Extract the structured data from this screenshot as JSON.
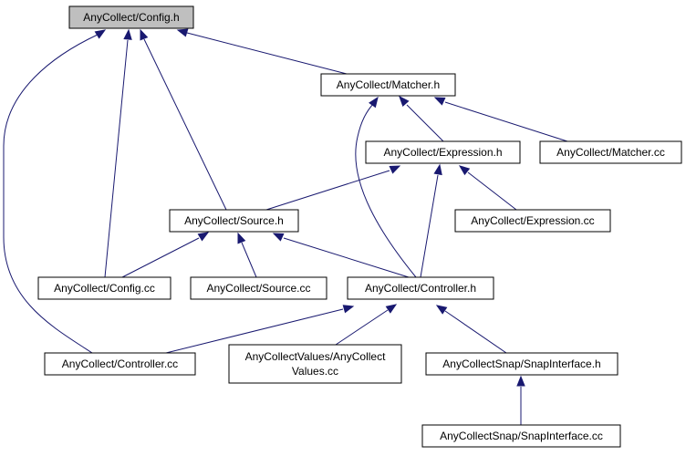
{
  "diagram": {
    "nodes": [
      {
        "id": "config_h",
        "lines": [
          "AnyCollect/Config.h"
        ],
        "highlighted": true
      },
      {
        "id": "matcher_h",
        "lines": [
          "AnyCollect/Matcher.h"
        ]
      },
      {
        "id": "expression_h",
        "lines": [
          "AnyCollect/Expression.h"
        ]
      },
      {
        "id": "matcher_cc",
        "lines": [
          "AnyCollect/Matcher.cc"
        ]
      },
      {
        "id": "source_h",
        "lines": [
          "AnyCollect/Source.h"
        ]
      },
      {
        "id": "expression_cc",
        "lines": [
          "AnyCollect/Expression.cc"
        ]
      },
      {
        "id": "config_cc",
        "lines": [
          "AnyCollect/Config.cc"
        ]
      },
      {
        "id": "source_cc",
        "lines": [
          "AnyCollect/Source.cc"
        ]
      },
      {
        "id": "controller_h",
        "lines": [
          "AnyCollect/Controller.h"
        ]
      },
      {
        "id": "controller_cc",
        "lines": [
          "AnyCollect/Controller.cc"
        ]
      },
      {
        "id": "anycollectvalues_cc",
        "lines": [
          "AnyCollectValues/AnyCollect",
          "Values.cc"
        ]
      },
      {
        "id": "snapinterface_h",
        "lines": [
          "AnyCollectSnap/SnapInterface.h"
        ]
      },
      {
        "id": "snapinterface_cc",
        "lines": [
          "AnyCollectSnap/SnapInterface.cc"
        ]
      }
    ],
    "edges": [
      {
        "from": "config_h",
        "to": "matcher_h"
      },
      {
        "from": "config_h",
        "to": "source_h"
      },
      {
        "from": "config_h",
        "to": "config_cc"
      },
      {
        "from": "config_h",
        "to": "controller_cc"
      },
      {
        "from": "matcher_h",
        "to": "expression_h"
      },
      {
        "from": "matcher_h",
        "to": "matcher_cc"
      },
      {
        "from": "matcher_h",
        "to": "controller_h"
      },
      {
        "from": "expression_h",
        "to": "source_h"
      },
      {
        "from": "expression_h",
        "to": "expression_cc"
      },
      {
        "from": "expression_h",
        "to": "controller_h"
      },
      {
        "from": "source_h",
        "to": "config_cc"
      },
      {
        "from": "source_h",
        "to": "source_cc"
      },
      {
        "from": "source_h",
        "to": "controller_h"
      },
      {
        "from": "controller_h",
        "to": "controller_cc"
      },
      {
        "from": "controller_h",
        "to": "anycollectvalues_cc"
      },
      {
        "from": "controller_h",
        "to": "snapinterface_h"
      },
      {
        "from": "snapinterface_h",
        "to": "snapinterface_cc"
      }
    ],
    "colors": {
      "edge": "#191970",
      "node_fill": "#ffffff",
      "highlight_fill": "#bfbfbf",
      "border": "#000000"
    }
  }
}
